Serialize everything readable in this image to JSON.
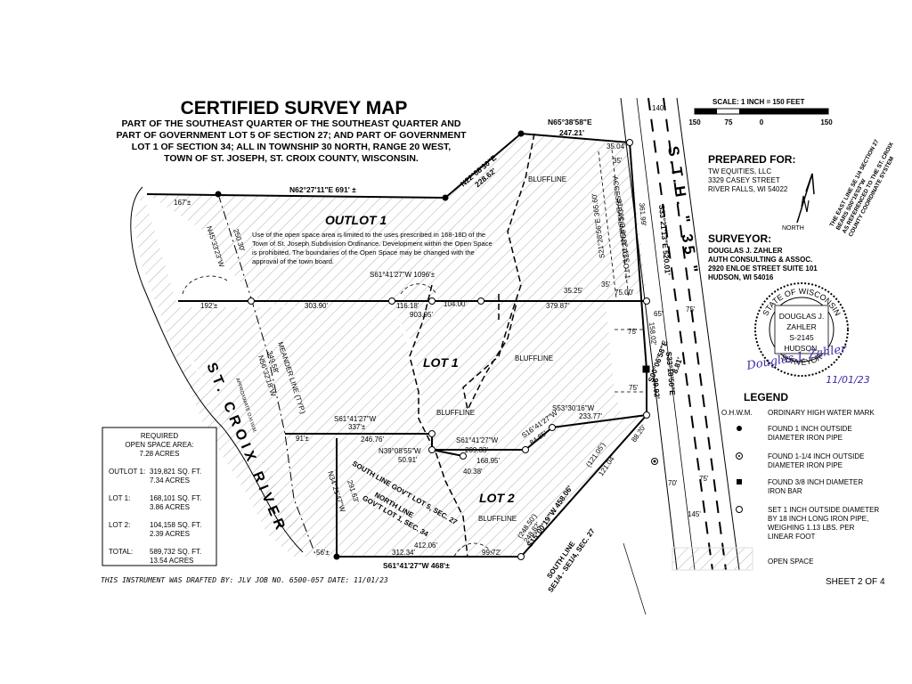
{
  "title": "CERTIFIED SURVEY MAP",
  "subtitle_lines": [
    "PART OF THE SOUTHEAST QUARTER OF THE SOUTHEAST QUARTER AND",
    "PART OF GOVERNMENT LOT 5 OF SECTION 27; AND PART OF GOVERNMENT",
    "LOT 1 OF SECTION 34; ALL IN TOWNSHIP 30 NORTH,  RANGE 20 WEST,",
    "TOWN OF ST. JOSEPH, ST. CROIX COUNTY, WISCONSIN."
  ],
  "scale": {
    "label": "SCALE:  1 INCH = 150 FEET",
    "ticks": [
      "150",
      "75",
      "0",
      "150"
    ]
  },
  "prepared_for": {
    "heading": "PREPARED FOR:",
    "lines": [
      "TW EQUITIES, LLC",
      "3329 CASEY STREET",
      "RIVER FALLS, WI  54022"
    ]
  },
  "surveyor": {
    "heading": "SURVEYOR:",
    "lines": [
      "DOUGLAS J. ZAHLER",
      "AUTH CONSULTING & ASSOC.",
      "2920 ENLOE STREET SUITE 101",
      "HUDSON, WI 54016"
    ]
  },
  "north_label": "NORTH",
  "bearing_note": [
    "THE EAST LINE SE 1/4 SECTION 27",
    "BEARS S00°16'03\"W",
    "AS REFERENCED TO THE ST. CROIX",
    "COUNTY COORDINATE SYSTEM"
  ],
  "seal": {
    "ring_top": "STATE OF WISCONSIN",
    "ring_bottom": "SURVEYOR",
    "name1": "DOUGLAS J.",
    "name2": "ZAHLER",
    "number": "S-2145",
    "city": "HUDSON,",
    "signature": "Douglas J. Zahler",
    "date": "11/01/23"
  },
  "road_label": "S.T.H. \" 35 \"",
  "river_label": "ST. CROIX RIVER",
  "ohwm_label": "APPROXIMATE O.H.W.M.",
  "outlot": "OUTLOT 1",
  "lot1": "LOT 1",
  "lot2": "LOT 2",
  "open_space_note": [
    "Use of the open space area is limited to the uses prescribed in 168-18D of the",
    "Town of St. Joseph Subdivision Ordinance. Development within the Open Space",
    "is prohibited. The boundaries of the Open Space may be changed with the",
    "approval of the town board."
  ],
  "labels": {
    "n65": "N65°38'58\"E",
    "l247": "247.21'",
    "n22": "N22°08'30\"E",
    "l228": "228.62'",
    "n62": "N62°27'11\"E  691' ±",
    "l167": "167'±",
    "l140": "140'",
    "l3504": "35.04'",
    "l35a": "35'",
    "l36199": "361.99'",
    "s33a": "S33°21'13\"E  520.01'",
    "acc": "ACCESS EASEMENT TO LOT 1",
    "s21a": "S21°28'56\"E 365.60'",
    "s21b": "S21°28'56\"E 363.16'",
    "n45": "N45°33'23\"W",
    "l25030": "250.30'",
    "s61a": "S61°41'27\"W 1096'±",
    "l3525": "35.25'",
    "l35b": "35'",
    "l7500": "75.00'",
    "l192": "192'±",
    "l30390": "303.90'",
    "l11618": "116.18'",
    "l10400": "104.00'",
    "l90395": "903.95'",
    "l37987": "379.87'",
    "l65": "65'",
    "l75a": "75'",
    "l75b": "75'",
    "l15802": "158.02'",
    "s00": "S00°06'58\"E",
    "l881": "8.81'",
    "l75c": "75'",
    "s33b": "S33°18'50\"E",
    "l9992": "99.92'",
    "meander": "MEANDER LINE (TYP.)",
    "n56": "N56°32'18\"W",
    "l34958": "349.58'",
    "s61b": "S61°41'27\"W",
    "l337": "337'±",
    "l91": "91'±",
    "l24676": "246.76'",
    "s53": "S53°30'16\"W",
    "l23377": "233.77'",
    "s16": "S16°41'27\"W",
    "l8485": "84.85'",
    "s61c": "S61°41'27\"W",
    "l20933": "209.33'",
    "n39": "N39°08'55\"W",
    "l5091": "50.91'",
    "l16895": "168.95'",
    "l4038": "40.38'",
    "l8820": "88.20'",
    "l12104": "121.04'",
    "l12105": "(121.05')",
    "l70": "70'",
    "l75d": "75'",
    "l145": "145'",
    "n34": "N34°21'47\"W",
    "l29163": "291.63'",
    "sl5": "SOUTH LINE GOV'T LOT 5, SEC. 27",
    "nl1": "NORTH LINE",
    "nl1b": "GOV'T LOT 1, SEC. 34",
    "s15": "S15°00'19\"W  458.06'",
    "l24850": "(248.50')",
    "l24882": "248.82'",
    "slq": "SOUTH LINE",
    "slq2": "SE1/4 - SE1/4, SEC. 27",
    "l41206": "412.06'",
    "l56": "56'±",
    "l31234": "312.34'",
    "l9972": "99.72'",
    "s61d": "S61°41'27\"W  468'±",
    "bluff": "BLUFFLINE"
  },
  "required": {
    "heading1": "REQUIRED",
    "heading2": "OPEN SPACE AREA:",
    "heading3": "7.28 ACRES",
    "rows": [
      {
        "name": "OUTLOT 1:",
        "sqft": "319,821 SQ. FT.",
        "acres": "7.34 ACRES"
      },
      {
        "name": "LOT 1:",
        "sqft": "168,101 SQ. FT.",
        "acres": "3.86 ACRES"
      },
      {
        "name": "LOT 2:",
        "sqft": "104,158 SQ. FT.",
        "acres": "2.39 ACRES"
      },
      {
        "name": "TOTAL:",
        "sqft": "589,732 SQ. FT.",
        "acres": "13.54 ACRES"
      }
    ]
  },
  "legend": {
    "heading": "LEGEND",
    "items": [
      {
        "symbol": "O.H.W.M.",
        "text": [
          "ORDINARY HIGH WATER MARK"
        ]
      },
      {
        "symbol": "filled-circle-icon",
        "text": [
          "FOUND 1 INCH OUTSIDE",
          "DIAMETER IRON PIPE"
        ]
      },
      {
        "symbol": "dotted-circle-icon",
        "text": [
          "FOUND 1-1/4 INCH OUTSIDE",
          "DIAMETER IRON PIPE"
        ]
      },
      {
        "symbol": "filled-square-icon",
        "text": [
          "FOUND 3/8 INCH DIAMETER",
          "IRON BAR"
        ]
      },
      {
        "symbol": "open-circle-icon",
        "text": [
          "SET 1 INCH OUTSIDE DIAMETER",
          "BY 18 INCH LONG IRON PIPE,",
          "WEIGHING 1.13 LBS. PER",
          "LINEAR FOOT"
        ]
      },
      {
        "symbol": "hatch-box-icon",
        "text": [
          "OPEN SPACE"
        ]
      }
    ]
  },
  "footer": {
    "drafted": "THIS INSTRUMENT WAS DRAFTED BY:  JLV     JOB NO. 6500-057     DATE: 11/01/23",
    "sheet": "SHEET 2 OF 4"
  }
}
